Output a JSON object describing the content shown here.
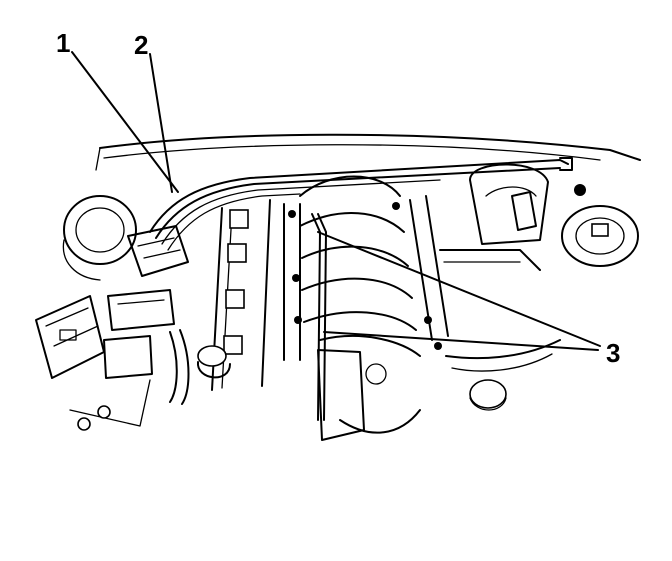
{
  "labels": {
    "one": "1",
    "two": "2",
    "three": "3"
  },
  "colors": {
    "ink": "#000000",
    "paper": "#ffffff"
  }
}
